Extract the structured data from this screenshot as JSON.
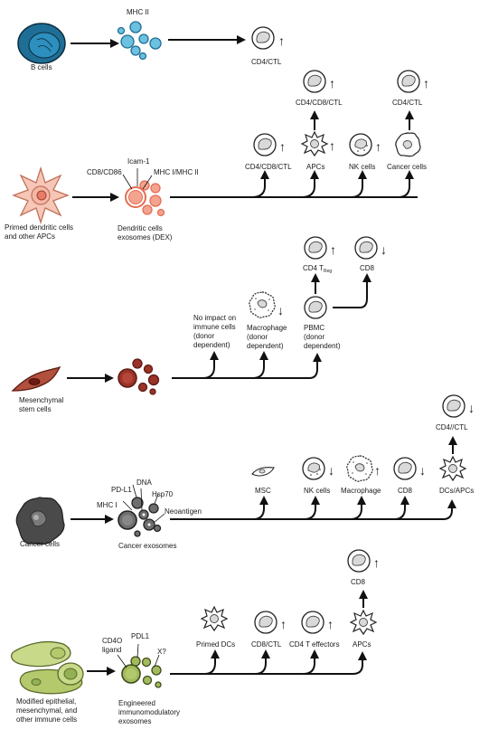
{
  "colors": {
    "b_cell": "#2a7fa8",
    "b_exo": "#6cc0e0",
    "dc": "#f4b8a6",
    "dc_exo": "#e97c66",
    "msc": "#8c2a22",
    "msc_exo": "#9b3328",
    "cancer": "#555555",
    "cancer_exo": "#777777",
    "engineered": "#b4c96c",
    "engineered_exo": "#94b054",
    "immune_cell": "#d9d9d9"
  },
  "section1": {
    "source": "B cells",
    "exosome_label": "MHC II",
    "target": "CD4/CTL",
    "target_effect": "↑"
  },
  "section2": {
    "source_line1": "Primed dendritic cells",
    "source_line2": "and other APCs",
    "exosome_line1": "Dendritic cells",
    "exosome_line2": "exosomes (DEX)",
    "marker_icam": "Icam-1",
    "marker_cd8": "CD8/CD86",
    "marker_mhc": "MHC I/MHC II",
    "targets": [
      {
        "label": "CD4/CD8/CTL",
        "effect": "↑"
      },
      {
        "label": "APCs",
        "effect": "↑"
      },
      {
        "label": "NK cells",
        "effect": "↑"
      },
      {
        "label": "Cancer cells",
        "effect": ""
      }
    ],
    "secondary": [
      {
        "label": "CD4/CD8/CTL",
        "effect": "↑"
      },
      {
        "label": "CD4/CTL",
        "effect": "↑"
      }
    ]
  },
  "section3": {
    "source_line1": "Mesenchymal",
    "source_line2": "stem cells",
    "targets": [
      {
        "lines": [
          "No impact on",
          "immune cells",
          "(donor",
          "dependent)"
        ]
      },
      {
        "lines": [
          "Macrophage",
          "(donor",
          "dependent)"
        ],
        "effect": "↓"
      },
      {
        "lines": [
          "PBMC",
          "(donor",
          "dependent)"
        ]
      }
    ],
    "treg_label": "CD4 T",
    "treg_sub": "Reg",
    "treg_effect": "↑",
    "cd8_label": "CD8",
    "cd8_effect": "↓"
  },
  "section4": {
    "source": "Cancer cells",
    "exosome": "Cancer exosomes",
    "marker_mhc": "MHC I",
    "marker_pdl1": "PD-L1",
    "marker_dna": "DNA",
    "marker_hsp": "Hsp70",
    "marker_neo": "Neoantigen",
    "targets": [
      {
        "label": "MSC",
        "effect": ""
      },
      {
        "label": "NK cells",
        "effect": "↓"
      },
      {
        "label": "Macrophage",
        "effect": "↑"
      },
      {
        "label": "CD8",
        "effect": "↓"
      },
      {
        "label": "DCs/APCs",
        "effect": ""
      }
    ],
    "secondary": {
      "label": "CD4//CTL",
      "effect": "↓"
    }
  },
  "section5": {
    "source_line1": "Modified epithelial,",
    "source_line2": "mesenchymal, and",
    "source_line3": "other immune cells",
    "exosome_line1": "Engineered",
    "exosome_line2": "immunomodulatory",
    "exosome_line3": "exosomes",
    "marker_cd40_1": "CD4O",
    "marker_cd40_2": "ligand",
    "marker_pdl1": "PDL1",
    "marker_x": "X?",
    "targets": [
      {
        "label": "Primed DCs",
        "effect": ""
      },
      {
        "label": "CD8/CTL",
        "effect": "↑"
      },
      {
        "label": "CD4 T effectors",
        "effect": "↑"
      },
      {
        "label": "APCs",
        "effect": ""
      }
    ],
    "secondary": {
      "label": "CD8",
      "effect": "↑"
    }
  }
}
